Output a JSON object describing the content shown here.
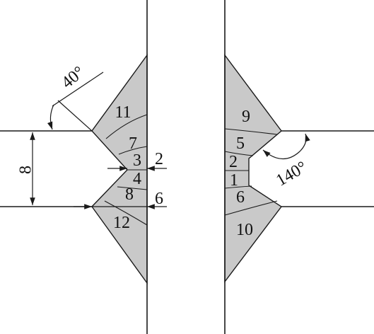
{
  "left_joint": {
    "weld_passes": [
      "11",
      "7",
      "3",
      "4",
      "8",
      "12"
    ],
    "bevel_angle": "40°",
    "root_gap_dim": "8",
    "root_face_top_dim": "2",
    "root_face_bottom_dim": "6"
  },
  "right_joint": {
    "weld_passes": [
      "9",
      "5",
      "2",
      "1",
      "6",
      "10"
    ],
    "groove_angle": "140°"
  }
}
